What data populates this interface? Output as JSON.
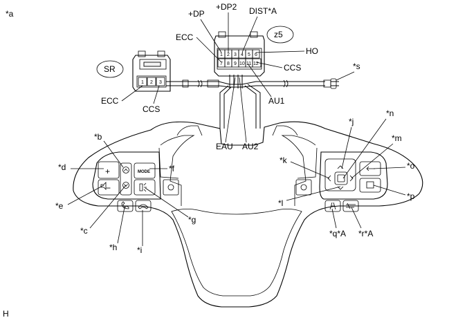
{
  "page_label": "*a",
  "footer_label": "H",
  "connectors": {
    "sr": {
      "name": "SR",
      "pins": [
        "1",
        "2",
        "3"
      ],
      "left_label": "ECC",
      "bottom_label": "CCS"
    },
    "z5": {
      "name": "z5",
      "pins_top": [
        "1",
        "2",
        "3",
        "4",
        "5",
        "6"
      ],
      "pins_bottom": [
        "7",
        "8",
        "9",
        "10",
        "11",
        "12"
      ],
      "labels": {
        "dp": "+DP",
        "dp2": "+DP2",
        "dist": "DIST*A",
        "ecc": "ECC",
        "ho": "HO",
        "ccs": "CCS",
        "au1": "AU1",
        "eau": "EAU",
        "au2": "AU2"
      }
    },
    "s_label": "*s"
  },
  "callouts": {
    "b": "*b",
    "c": "*c",
    "d": "*d",
    "e": "*e",
    "f": "*f",
    "g": "*g",
    "h": "*h",
    "i": "*i",
    "j": "*j",
    "k": "*k",
    "l": "*l",
    "m": "*m",
    "n": "*n",
    "o": "*o",
    "p": "*p",
    "q": "*q*A",
    "r": "*r*A"
  },
  "buttons": {
    "mode": "MODE",
    "plus": "+",
    "minus": "−"
  }
}
